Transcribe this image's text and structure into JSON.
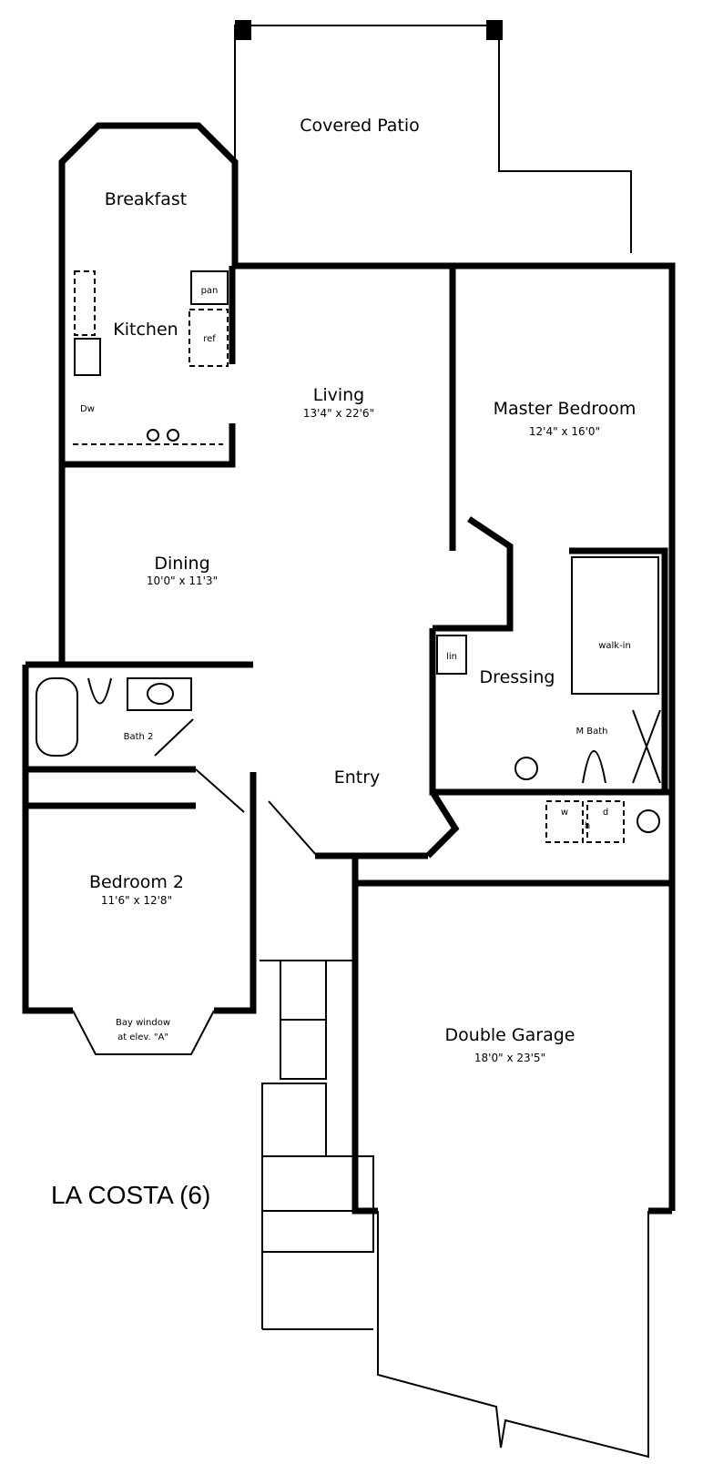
{
  "plan": {
    "name": "LA COSTA (6)",
    "rooms": {
      "covered_patio": {
        "label": "Covered Patio"
      },
      "breakfast": {
        "label": "Breakfast"
      },
      "kitchen": {
        "label": "Kitchen",
        "pantry": "pan",
        "refrigerator": "ref",
        "dishwasher": "Dw"
      },
      "living": {
        "label": "Living",
        "dims": "13'4\" x 22'6\""
      },
      "master_bedroom": {
        "label": "Master Bedroom",
        "dims": "12'4\" x 16'0\""
      },
      "dining": {
        "label": "Dining",
        "dims": "10'0\" x 11'3\""
      },
      "linen": {
        "label": "lin"
      },
      "dressing": {
        "label": "Dressing"
      },
      "walk_in": {
        "label": "walk-in"
      },
      "master_bath": {
        "label": "M Bath"
      },
      "bath2": {
        "label": "Bath 2"
      },
      "entry": {
        "label": "Entry"
      },
      "laundry": {
        "washer": "w",
        "dryer": "d",
        "water_heater": "h"
      },
      "bedroom2": {
        "label": "Bedroom 2",
        "dims": "11'6\" x 12'8\"",
        "bay_window": "Bay window",
        "bay_note": "at elev. \"A\""
      },
      "garage": {
        "label": "Double Garage",
        "dims": "18'0\" x 23'5\""
      }
    }
  }
}
